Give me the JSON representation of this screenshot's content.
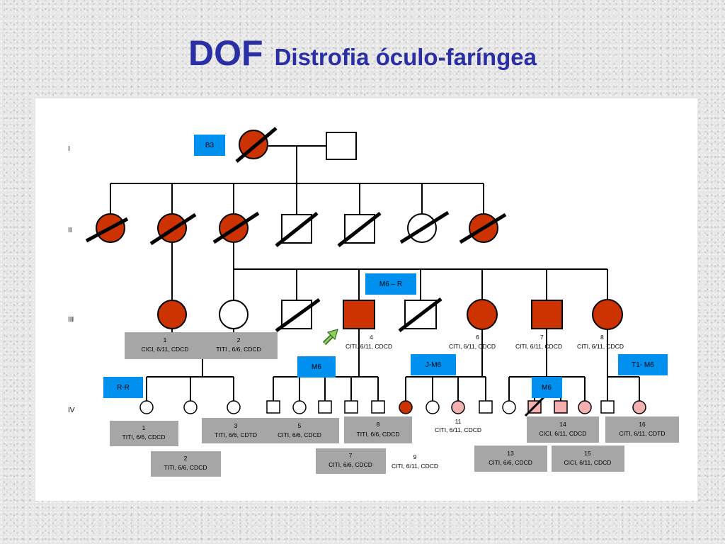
{
  "title": {
    "main": "DOF",
    "sub": "Distrofia óculo-faríngea"
  },
  "colors": {
    "title": "#2b2fa6",
    "affected_fill": "#cc3300",
    "carrier_fill": "#f4b0b0",
    "label_blue": "#0090f0",
    "label_gray": "#a6a6a6"
  },
  "generations": [
    "I",
    "II",
    "III",
    "IV"
  ],
  "tags": {
    "b3": "B3",
    "m6_r": "M6 – R",
    "m6_left": "M6",
    "j_m6": "J-M6",
    "t1_m6": "T1- M6",
    "r_r": "R-R",
    "m6_right": "M6"
  },
  "genotypes": {
    "iii_1": {
      "num": "1",
      "geno": "CICI, 6/11, CDCD"
    },
    "iii_2": {
      "num": "2",
      "geno": "TITI , 6/6, CDCD"
    },
    "iii_4": {
      "num": "4",
      "geno": "CITI, 6/11, CDCD"
    },
    "iii_6": {
      "num": "6",
      "geno": "CITI, 6/11, CDCD"
    },
    "iii_7": {
      "num": "7",
      "geno": "CITI, 6/11, CDCD"
    },
    "iii_8": {
      "num": "8",
      "geno": "CITI, 6/11, CDCD"
    },
    "iv_1": {
      "num": "1",
      "geno": "TITI, 6/6, CDCD"
    },
    "iv_2": {
      "num": "2",
      "geno": "TITI, 6/6, CDCD"
    },
    "iv_3": {
      "num": "3",
      "geno": "TITI, 6/6, CDTD"
    },
    "iv_5": {
      "num": "5",
      "geno": "CITI, 6/6, CDCD"
    },
    "iv_7": {
      "num": "7",
      "geno": "CITI, 6/6, CDCD"
    },
    "iv_8": {
      "num": "8",
      "geno": "TITI, 6/6, CDCD"
    },
    "iv_9": {
      "num": "9",
      "geno": "CITI, 6/11, CDCD"
    },
    "iv_11": {
      "num": "11",
      "geno": "CITI, 6/11, CDCD"
    },
    "iv_13": {
      "num": "13",
      "geno": "CITI, 6/6, CDCD"
    },
    "iv_14": {
      "num": "14",
      "geno": "CICI, 6/11, CDCD"
    },
    "iv_15": {
      "num": "15",
      "geno": "CICI, 6/11, CDCD"
    },
    "iv_16": {
      "num": "16",
      "geno": "CITI, 6/11, CDTD"
    }
  }
}
